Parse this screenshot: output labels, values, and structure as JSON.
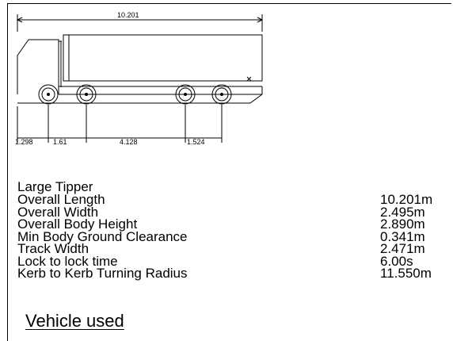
{
  "drawing": {
    "overall_length_label": "10.201",
    "dimensions": [
      "1.298",
      "1.61",
      "4.128",
      "1.524"
    ]
  },
  "specs": {
    "vehicle_type": "Large Tipper",
    "rows": [
      {
        "label": "Overall Length",
        "value": "10.201m"
      },
      {
        "label": "Overall Width",
        "value": "2.495m"
      },
      {
        "label": "Overall Body Height",
        "value": "2.890m"
      },
      {
        "label": "Min Body Ground Clearance",
        "value": "0.341m"
      },
      {
        "label": "Track Width",
        "value": "2.471m"
      },
      {
        "label": "Lock to lock time",
        "value": "6.00s"
      },
      {
        "label": "Kerb to Kerb Turning Radius",
        "value": "11.550m"
      }
    ]
  },
  "caption": "Vehicle used"
}
